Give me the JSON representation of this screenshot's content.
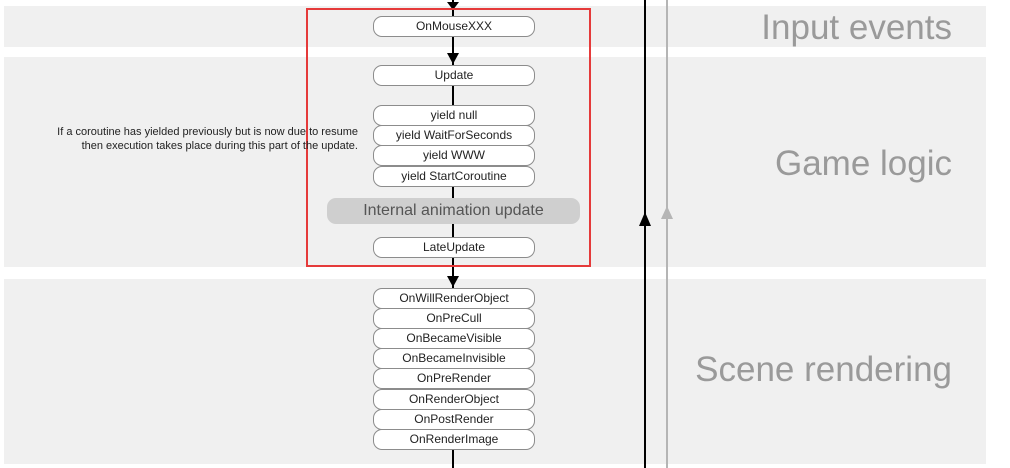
{
  "sections": {
    "input": {
      "label": "Input events"
    },
    "game": {
      "label": "Game logic"
    },
    "render": {
      "label": "Scene rendering"
    }
  },
  "nodes": {
    "on_mouse": "OnMouseXXX",
    "update": "Update",
    "yield_null": "yield null",
    "yield_wait": "yield WaitForSeconds",
    "yield_www": "yield WWW",
    "yield_start": "yield StartCoroutine",
    "internal_anim": "Internal animation update",
    "late_update": "LateUpdate",
    "on_will_render": "OnWillRenderObject",
    "on_pre_cull": "OnPreCull",
    "on_became_visible": "OnBecameVisible",
    "on_became_invisible": "OnBecameInvisible",
    "on_pre_render": "OnPreRender",
    "on_render_object": "OnRenderObject",
    "on_post_render": "OnPostRender",
    "on_render_image": "OnRenderImage"
  },
  "note": "If a coroutine has yielded previously but is now due to resume then execution takes place during this part of the update.",
  "colors": {
    "band": "#f0f0f0",
    "highlight_border": "#e53a3a",
    "label": "#9a9a9a",
    "loop_primary": "#000000",
    "loop_secondary": "#b5b5b5"
  }
}
